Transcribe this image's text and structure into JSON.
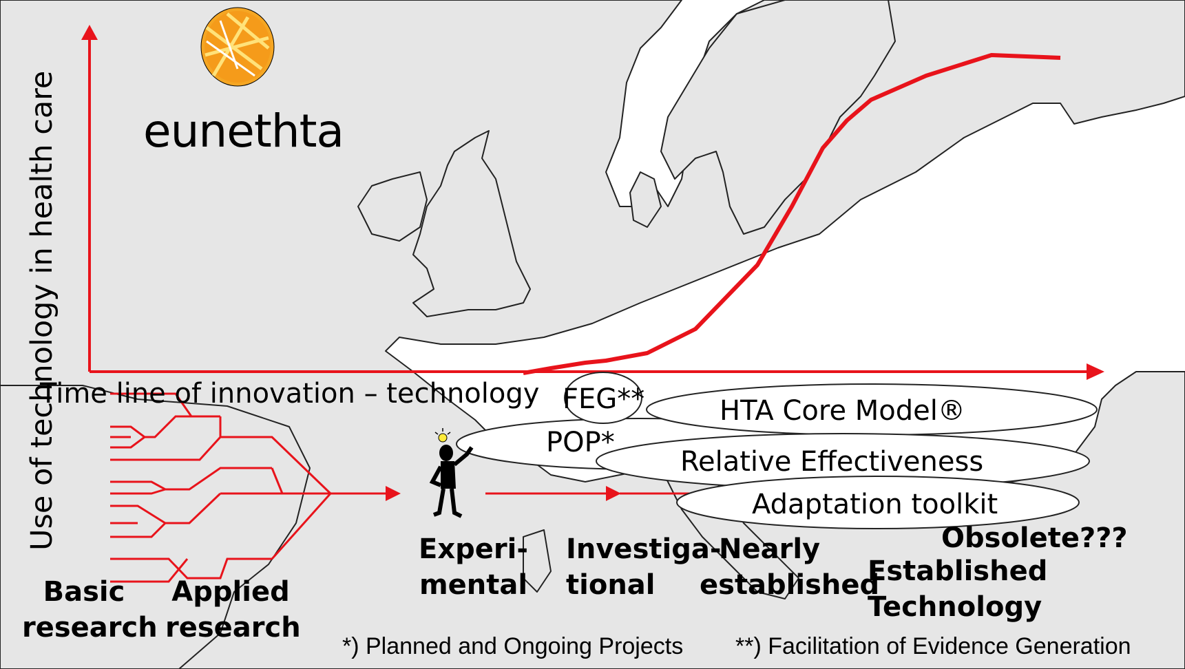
{
  "logo": {
    "name": "eunethta",
    "icon": "eunethta-logo-icon",
    "colors": [
      "#f5a623",
      "#e8771b",
      "#ffd54a"
    ]
  },
  "axes": {
    "y_label": "Use of  technology in health care",
    "x_label": "Time line of innovation – technology"
  },
  "stages": {
    "basic": [
      "Basic",
      "research"
    ],
    "applied": [
      "Applied",
      "research"
    ],
    "experimental": [
      "Experi-",
      "mental"
    ],
    "investigational": [
      "Investiga-",
      "tional"
    ],
    "nearly": [
      "Nearly",
      "established"
    ],
    "established": [
      "Established",
      "Technology"
    ],
    "obsolete": "Obsolete???"
  },
  "ovals": {
    "feg": "FEG**",
    "core_model": "HTA Core Model®",
    "pop": "POP*",
    "relative": "Relative Effectiveness",
    "adaptation": "Adaptation toolkit"
  },
  "footnotes": {
    "planned": "*) Planned and Ongoing Projects",
    "facilitation": "**) Facilitation of Evidence Generation"
  },
  "colors": {
    "accent": "#e8131b",
    "map_fill": "#e6e6e6",
    "map_stroke": "#222222"
  },
  "figure_icon": "researcher-with-lightbulb-icon"
}
